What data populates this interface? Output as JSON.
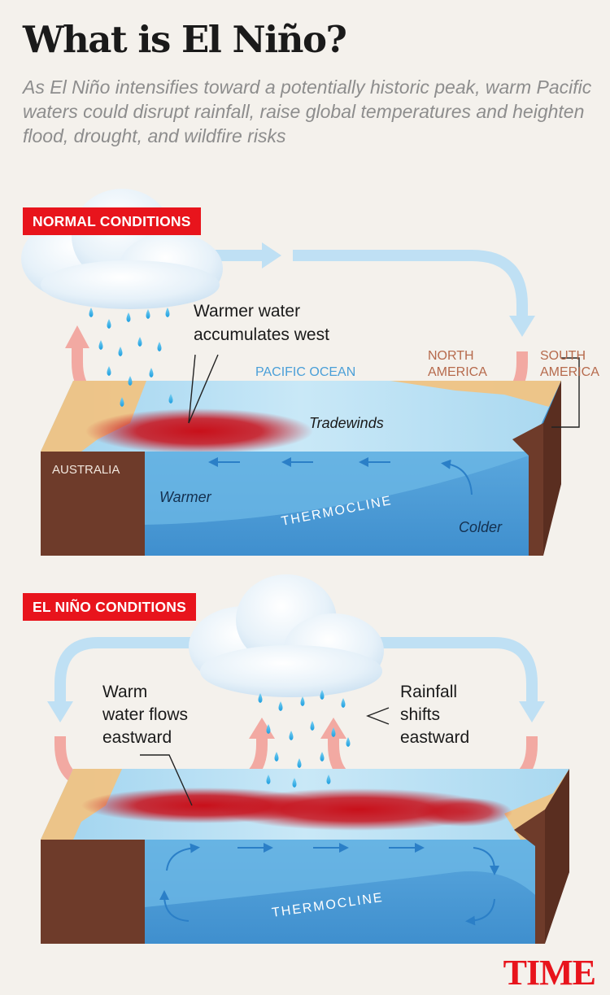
{
  "header": {
    "title": "What is El Niño?",
    "subtitle": "As El Niño intensifies toward a potentially historic peak, warm Pacific waters could disrupt rainfall, raise global temperatures and heighten flood, drought, and wildfire risks"
  },
  "normal": {
    "badge": "NORMAL CONDITIONS",
    "annotation_line1": "Warmer water",
    "annotation_line2": "accumulates west",
    "ocean_label": "PACIFIC OCEAN",
    "north_america_1": "NORTH",
    "north_america_2": "AMERICA",
    "south_america_1": "SOUTH",
    "south_america_2": "AMERICA",
    "tradewinds": "Tradewinds",
    "australia": "AUSTRALIA",
    "warmer": "Warmer",
    "thermocline": "THERMOCLINE",
    "colder": "Colder"
  },
  "elnino": {
    "badge": "EL NIÑO CONDITIONS",
    "left_line1": "Warm",
    "left_line2": "water flows",
    "left_line3": "eastward",
    "right_line1": "Rainfall",
    "right_line2": "shifts",
    "right_line3": "eastward",
    "thermocline": "THERMOCLINE"
  },
  "brand": "TIME",
  "colors": {
    "accent_red": "#e8141c",
    "warm_arrow": "#f2a9a2",
    "cool_arrow": "#bfe0f4",
    "ocean_blue": "#3f92d0",
    "land_brown": "#6e3b2a",
    "land_tan": "#f4c27d"
  }
}
